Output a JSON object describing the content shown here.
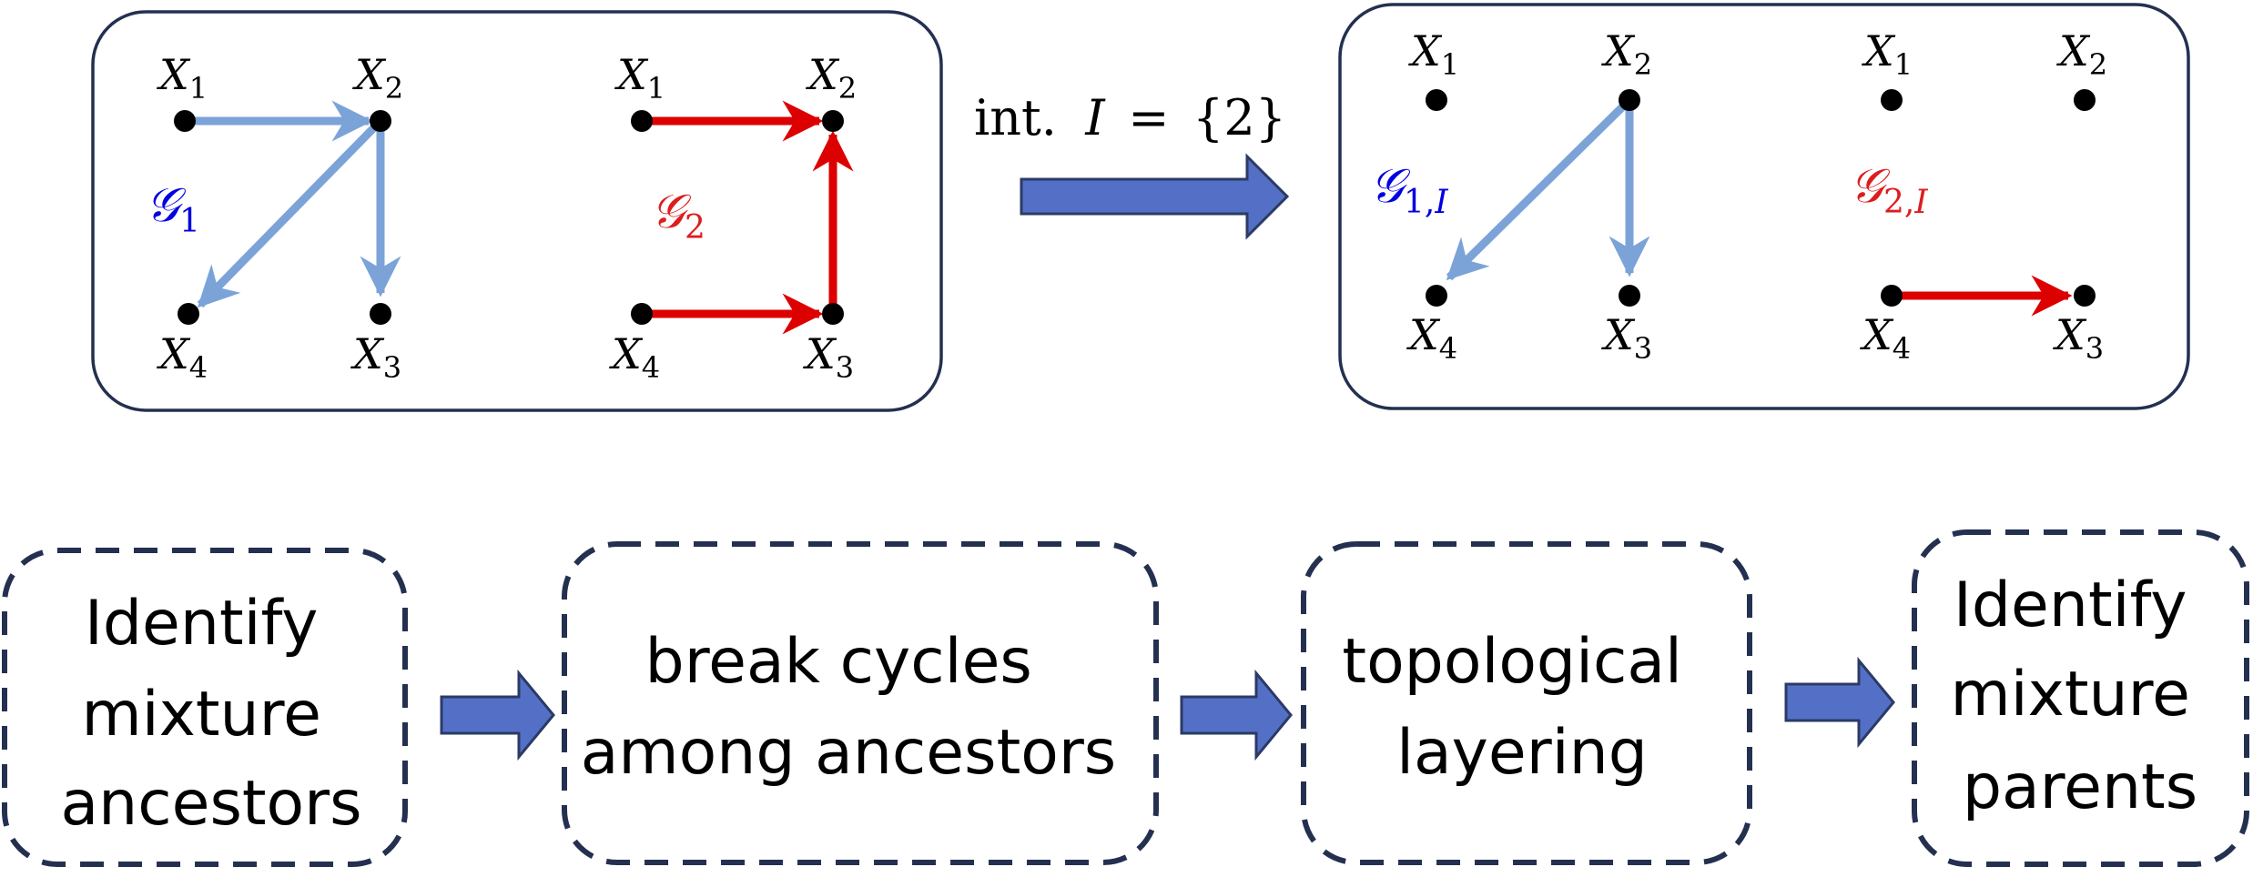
{
  "nodes": {
    "X1": {
      "main": "X",
      "sub": "1"
    },
    "X2": {
      "main": "X",
      "sub": "2"
    },
    "X3": {
      "main": "X",
      "sub": "3"
    },
    "X4": {
      "main": "X",
      "sub": "4"
    }
  },
  "graphs": {
    "g1": {
      "main": "𝒢",
      "sub": "1",
      "color": "#0000e0",
      "edge_color": "#7ba3d8"
    },
    "g2": {
      "main": "𝒢",
      "sub": "2",
      "color": "#dc1e1e",
      "edge_color": "#dd0000"
    },
    "g1i": {
      "main": "𝒢",
      "sub": "1,",
      "sub_var": "I",
      "color": "#0000e0",
      "edge_color": "#7ba3d8"
    },
    "g2i": {
      "main": "𝒢",
      "sub": "2,",
      "sub_var": "I",
      "color": "#dc1e1e",
      "edge_color": "#dd0000"
    }
  },
  "intervention": {
    "prefix": "int.",
    "var": "I",
    "eq": "=",
    "set": "{2}"
  },
  "steps": [
    {
      "line1": "Identify",
      "line2": "mixture",
      "line3": "ancestors"
    },
    {
      "line1": "break cycles",
      "line2": "among ancestors"
    },
    {
      "line1": "topological",
      "line2": "layering"
    },
    {
      "line1": "Identify",
      "line2": "mixture",
      "line3": "parents"
    }
  ],
  "colors": {
    "arrow_fill": "#5470c6",
    "arrow_stroke": "#2b3a66",
    "box_stroke": "#243050",
    "node_fill": "#000000"
  }
}
